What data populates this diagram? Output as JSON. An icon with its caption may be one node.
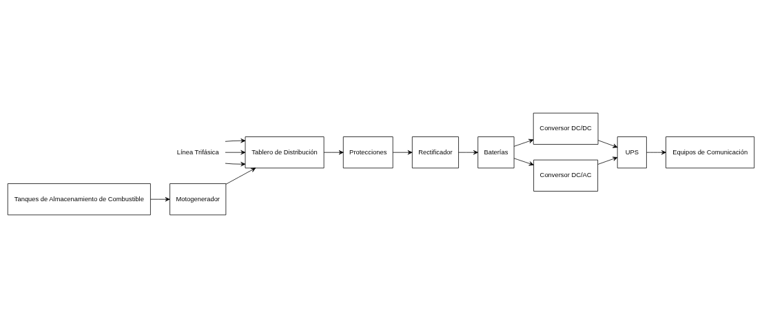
{
  "diagram": {
    "nodes": [
      {
        "text": [
          "Línea Trifásica"
        ]
      },
      {
        "text": [
          "Tablero de Distribución"
        ]
      },
      {
        "text": [
          "Protecciones"
        ]
      },
      {
        "text": [
          "Rectificador"
        ]
      },
      {
        "text": [
          "Baterías"
        ]
      },
      {
        "text": [
          "Conversor DC/DC"
        ]
      },
      {
        "text": [
          "Conversor DC/AC"
        ]
      },
      {
        "text": [
          "Motogenerador"
        ]
      },
      {
        "text": [
          "Tanques de Almacenamiento de Combustible"
        ]
      },
      {
        "text": [
          "UPS"
        ]
      },
      {
        "text": [
          "Equipos de Comunicación"
        ]
      }
    ],
    "edges": [
      {
        "from": 0,
        "to": 1,
        "arrow": "to"
      },
      {
        "from": 0,
        "to": 1,
        "arrow": "to"
      },
      {
        "from": 0,
        "to": 1,
        "arrow": "to"
      },
      {
        "from": 1,
        "to": 2,
        "arrow": "to"
      },
      {
        "from": 2,
        "to": 3,
        "arrow": "to"
      },
      {
        "from": 3,
        "to": 4,
        "arrow": "to"
      },
      {
        "from": 4,
        "to": 5,
        "arrow": "to"
      },
      {
        "from": 4,
        "to": 6,
        "arrow": "to"
      },
      {
        "from": 5,
        "to": 9,
        "arrow": "to"
      },
      {
        "from": 6,
        "to": 9,
        "arrow": "to"
      },
      {
        "from": 7,
        "to": 1,
        "arrow": "to"
      },
      {
        "from": 8,
        "to": 7,
        "arrow": "to"
      },
      {
        "from": 9,
        "to": 10,
        "arrow": "to"
      }
    ]
  }
}
